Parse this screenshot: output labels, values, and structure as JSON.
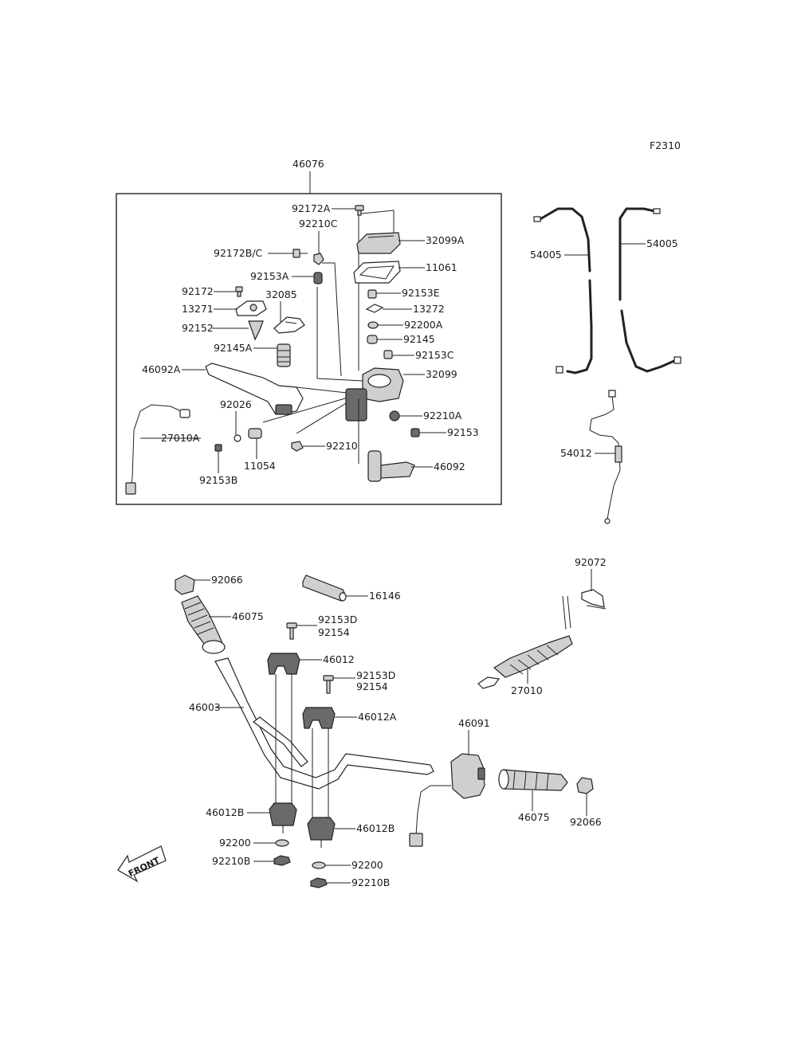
{
  "diagram_code": "F2310",
  "assembly_label": "46076",
  "front_label": "FRONT",
  "labels": {
    "l92172A": "92172A",
    "l32099A": "32099A",
    "l92210C": "92210C",
    "l92172BC": "92172B/C",
    "l11061": "11061",
    "l92153A": "92153A",
    "l92172": "92172",
    "l32085": "32085",
    "l92153E": "92153E",
    "l13271": "13271",
    "l13272": "13272",
    "l92200A": "92200A",
    "l92152": "92152",
    "l92145": "92145",
    "l92145A": "92145A",
    "l92153C": "92153C",
    "l46092A": "46092A",
    "l32099": "32099",
    "l92026": "92026",
    "l92210A": "92210A",
    "l27010A": "27010A",
    "l92153": "92153",
    "l92210": "92210",
    "l11054": "11054",
    "l46092": "46092",
    "l92153B": "92153B",
    "l54005L": "54005",
    "l54005R": "54005",
    "l54012": "54012",
    "l92066L": "92066",
    "l16146": "16146",
    "l92072": "92072",
    "l46075L": "46075",
    "l92153D1": "92153D",
    "l921541": "92154",
    "l46012": "46012",
    "l92153D2": "92153D",
    "l921542": "92154",
    "l27010": "27010",
    "l46003": "46003",
    "l46012A": "46012A",
    "l46091": "46091",
    "l46012BL": "46012B",
    "l46012BR": "46012B",
    "l46075R": "46075",
    "l92066R": "92066",
    "l92200L": "92200",
    "l92210BL": "92210B",
    "l92200R": "92200",
    "l92210BR": "92210B"
  }
}
